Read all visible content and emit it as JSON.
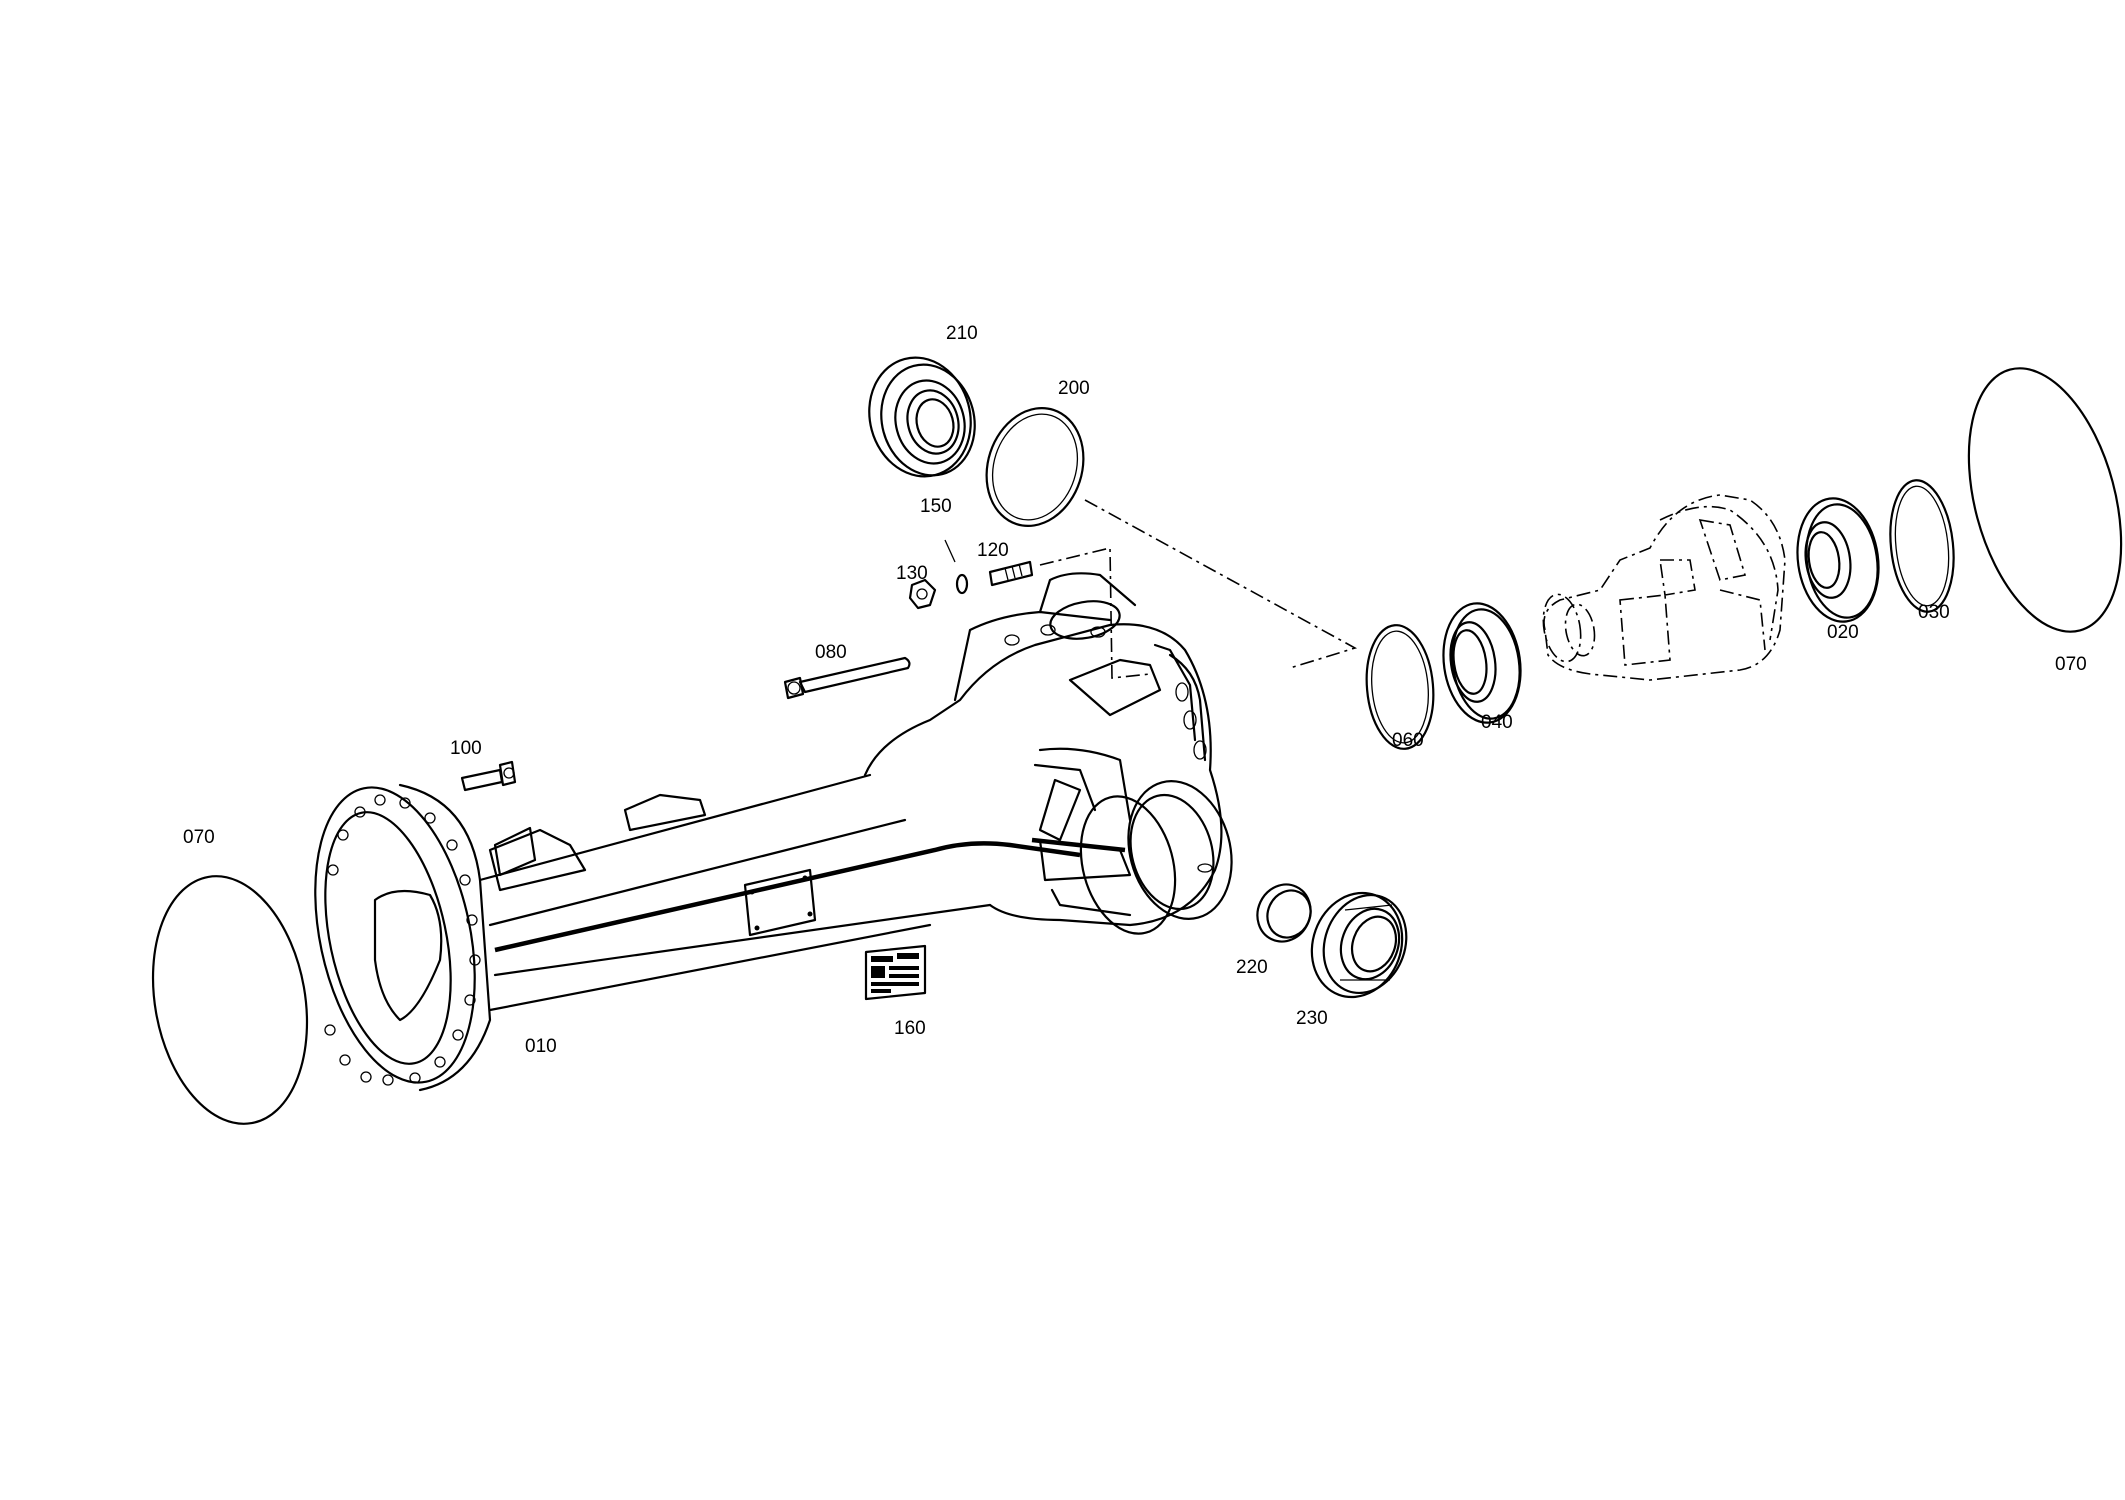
{
  "diagram": {
    "type": "exploded-parts-view",
    "callouts": {
      "p010": "010",
      "p020": "020",
      "p030": "030",
      "p040": "040",
      "p060": "060",
      "p070_left": "070",
      "p070_right": "070",
      "p080": "080",
      "p100": "100",
      "p120": "120",
      "p130": "130",
      "p150": "150",
      "p160": "160",
      "p200": "200",
      "p210": "210",
      "p220": "220",
      "p230": "230"
    }
  }
}
